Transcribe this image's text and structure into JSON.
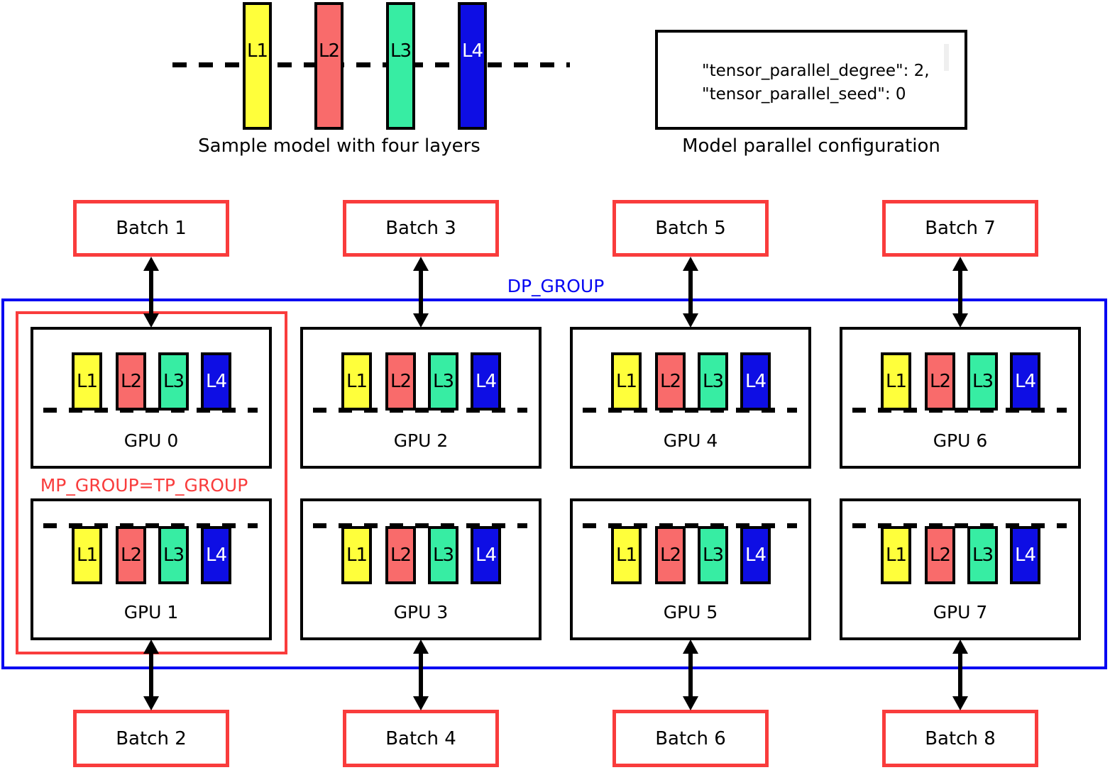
{
  "palette": {
    "accent_red": "#f93c3c",
    "accent_blue": "#0505f2",
    "black": "#000000",
    "layer_fills": {
      "L1": "#ffff3b",
      "L2": "#f96b6b",
      "L3": "#37eda3",
      "L4": "#0e0ee4"
    },
    "layer_text": {
      "L1": "#000000",
      "L2": "#000000",
      "L3": "#000000",
      "L4": "#ffffff"
    }
  },
  "layers": [
    "L1",
    "L2",
    "L3",
    "L4"
  ],
  "legend": {
    "sample_caption": "Sample model with four layers",
    "config_line_1": "\"tensor_parallel_degree\": 2,",
    "config_line_2": "\"tensor_parallel_seed\": 0",
    "config_caption": "Model parallel configuration"
  },
  "groups": {
    "dp_group": "DP_GROUP",
    "mp_group": "MP_GROUP=TP_GROUP"
  },
  "columns": [
    {
      "top_batch": "Batch 1",
      "bottom_batch": "Batch 2",
      "top_gpu": "GPU 0",
      "bottom_gpu": "GPU 1"
    },
    {
      "top_batch": "Batch 3",
      "bottom_batch": "Batch 4",
      "top_gpu": "GPU 2",
      "bottom_gpu": "GPU 3"
    },
    {
      "top_batch": "Batch 5",
      "bottom_batch": "Batch 6",
      "top_gpu": "GPU 4",
      "bottom_gpu": "GPU 5"
    },
    {
      "top_batch": "Batch 7",
      "bottom_batch": "Batch 8",
      "top_gpu": "GPU 6",
      "bottom_gpu": "GPU 7"
    }
  ]
}
